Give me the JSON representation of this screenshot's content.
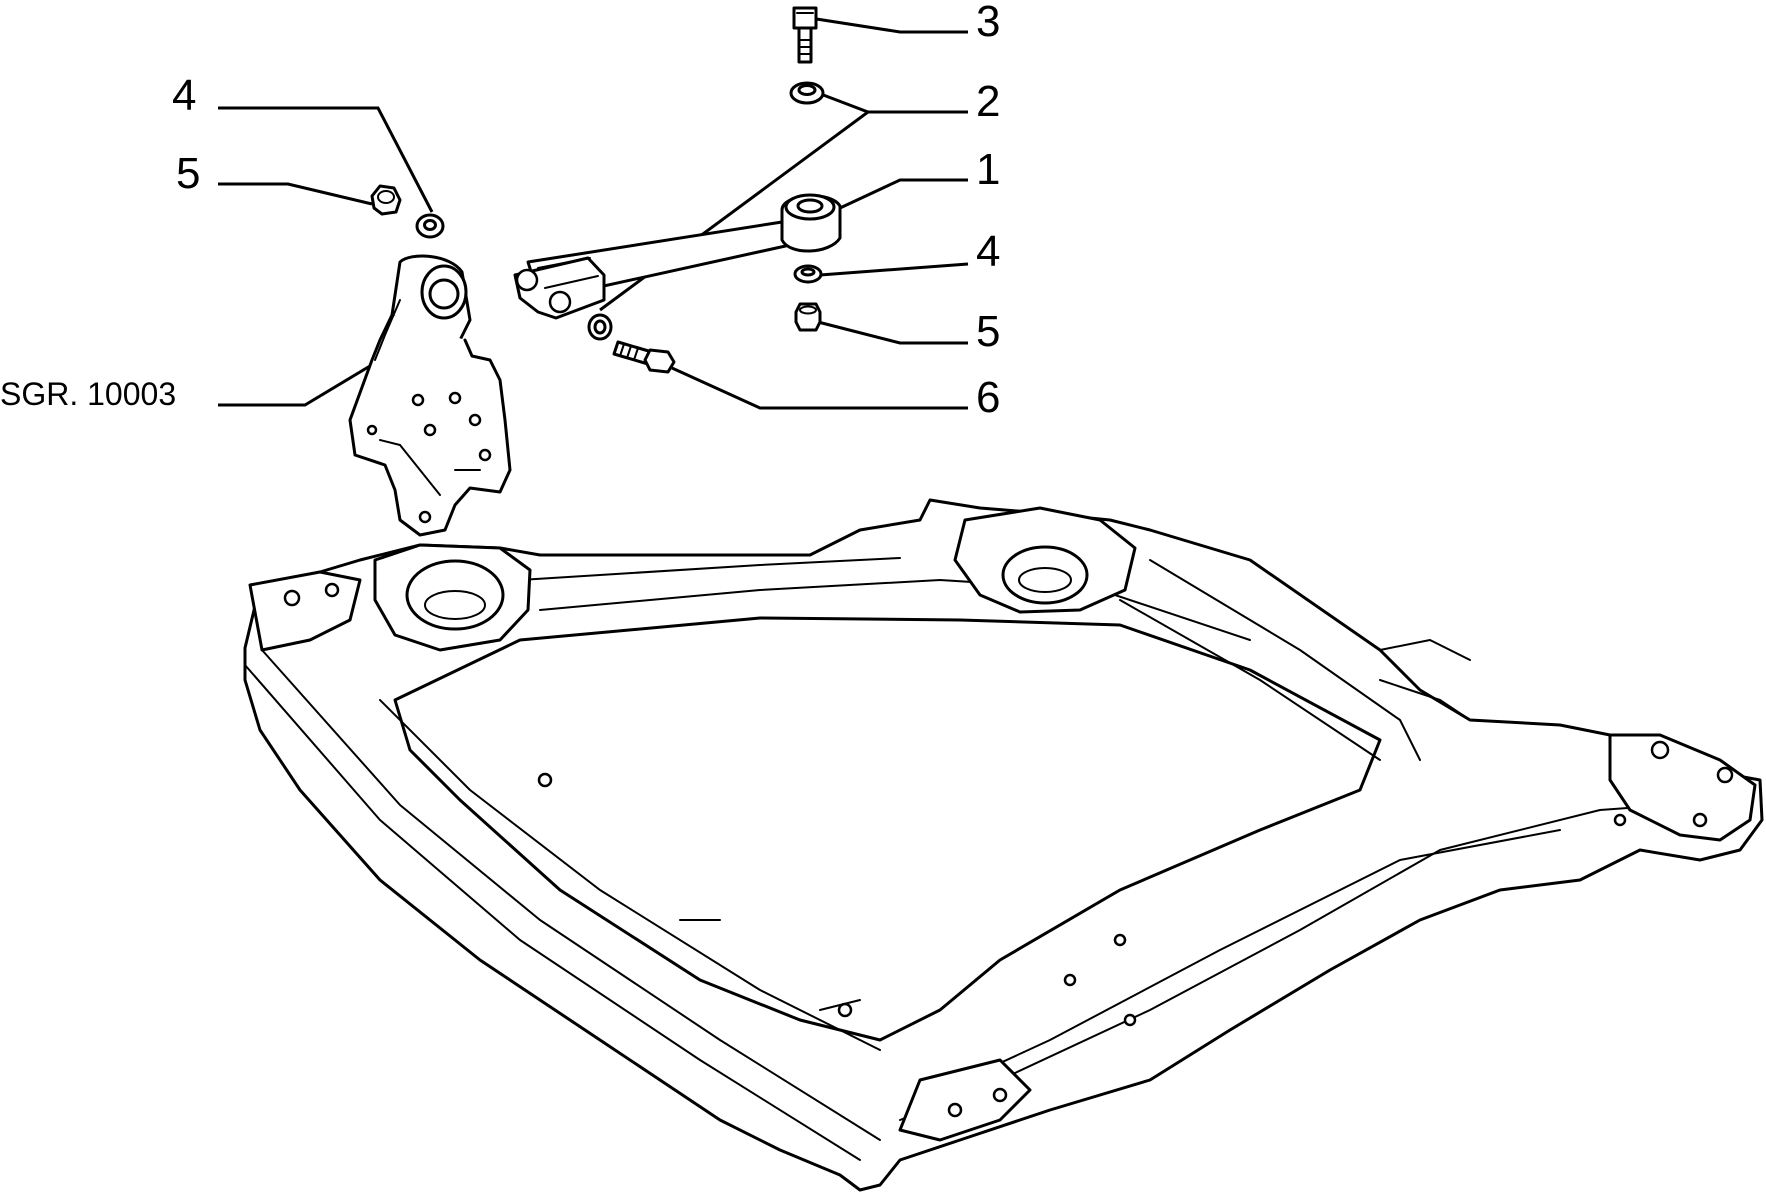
{
  "diagram": {
    "callouts": [
      {
        "id": "c3",
        "label": "3"
      },
      {
        "id": "c2",
        "label": "2"
      },
      {
        "id": "c1",
        "label": "1"
      },
      {
        "id": "c4r",
        "label": "4"
      },
      {
        "id": "c5r",
        "label": "5"
      },
      {
        "id": "c6",
        "label": "6"
      },
      {
        "id": "c4l",
        "label": "4"
      },
      {
        "id": "c5l",
        "label": "5"
      }
    ],
    "reference_label": "SGR. 10003"
  }
}
